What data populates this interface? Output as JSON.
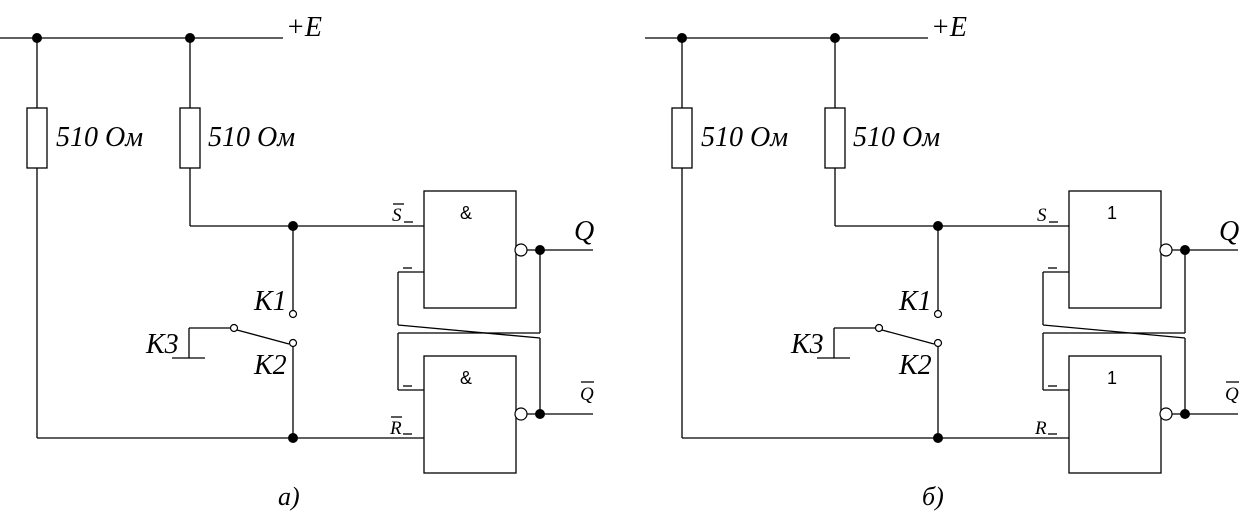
{
  "supply_label": "+E",
  "resistor_label": "510 Ом",
  "switch_labels": {
    "k1": "К1",
    "k2": "К2",
    "k3": "К3"
  },
  "output_labels": {
    "q": "Q",
    "q_bar": "Q"
  },
  "circuit_a": {
    "caption": "а)",
    "gate_symbol": "&",
    "input_s": "S",
    "input_r": "R",
    "inputs_inverted": true
  },
  "circuit_b": {
    "caption": "б)",
    "gate_symbol": "1",
    "input_s": "S",
    "input_r": "R",
    "inputs_inverted": false
  }
}
